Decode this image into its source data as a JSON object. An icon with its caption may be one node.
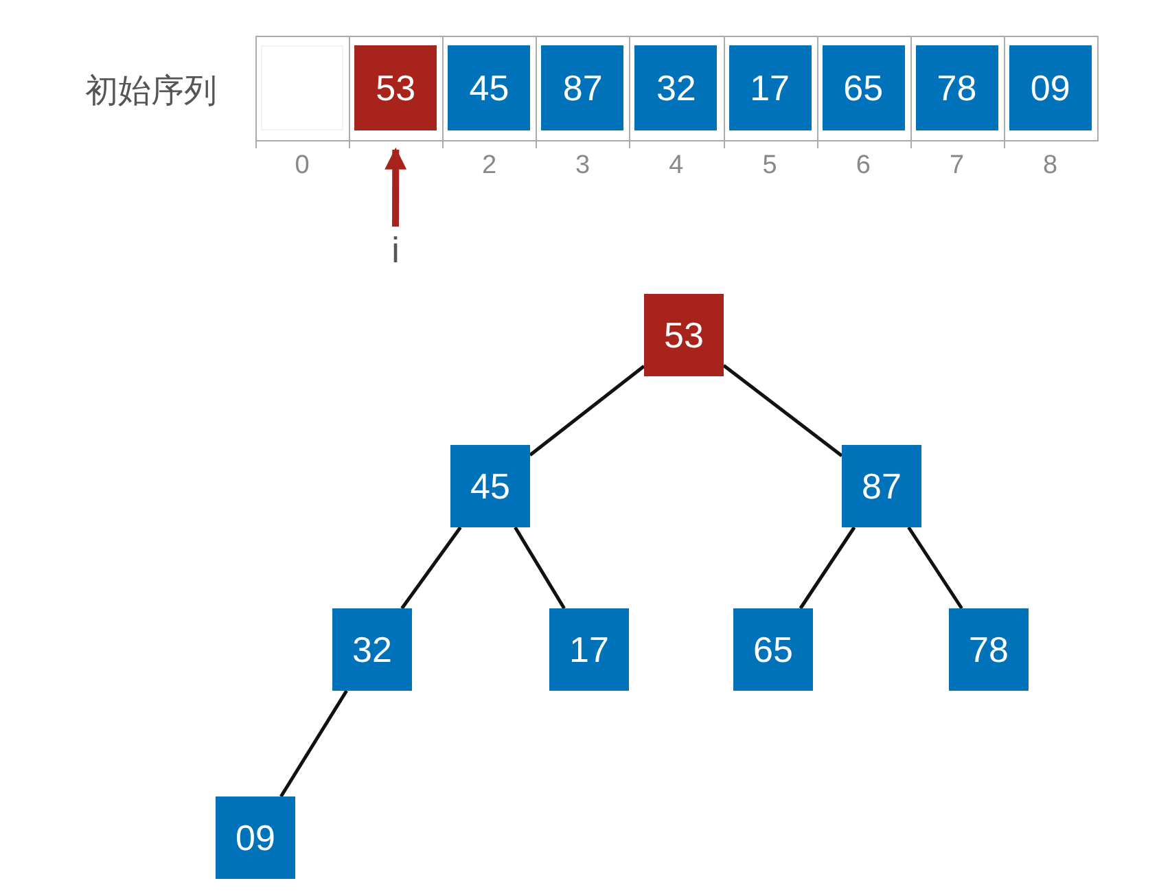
{
  "diagram": {
    "nodes": [
      {
        "text": [],
        "shape": "box"
      },
      {
        "text": [
          "53"
        ]
      },
      {
        "text": [
          "45"
        ]
      },
      {
        "text": [
          "87"
        ]
      },
      {
        "text": [
          "32"
        ]
      },
      {
        "text": [
          "17"
        ]
      },
      {
        "text": [
          "65"
        ]
      },
      {
        "text": [
          "78"
        ]
      },
      {
        "text": [
          "09"
        ]
      },
      {
        "text": [
          "i"
        ]
      },
      {
        "text": [
          "53"
        ]
      },
      {
        "text": [
          "45"
        ]
      },
      {
        "text": [
          "87"
        ]
      },
      {
        "text": [
          "32"
        ]
      },
      {
        "text": [
          "17"
        ]
      },
      {
        "text": [
          "65"
        ]
      },
      {
        "text": [
          "78"
        ]
      },
      {
        "text": [
          "09"
        ]
      }
    ],
    "edges": [
      {
        "from": 9,
        "to": 1,
        "arrow": "to",
        "style": "thick",
        "color": "#a8231c"
      },
      {
        "from": 10,
        "to": 11,
        "arrow": "none"
      },
      {
        "from": 10,
        "to": 12,
        "arrow": "none"
      },
      {
        "from": 11,
        "to": 13,
        "arrow": "none"
      },
      {
        "from": 11,
        "to": 14,
        "arrow": "none"
      },
      {
        "from": 12,
        "to": 15,
        "arrow": "none"
      },
      {
        "from": 12,
        "to": 16,
        "arrow": "none"
      },
      {
        "from": 13,
        "to": 17,
        "arrow": "none"
      }
    ],
    "labels": [
      "初始序列",
      "0",
      "2",
      "3",
      "4",
      "5",
      "6",
      "7",
      "8"
    ]
  }
}
